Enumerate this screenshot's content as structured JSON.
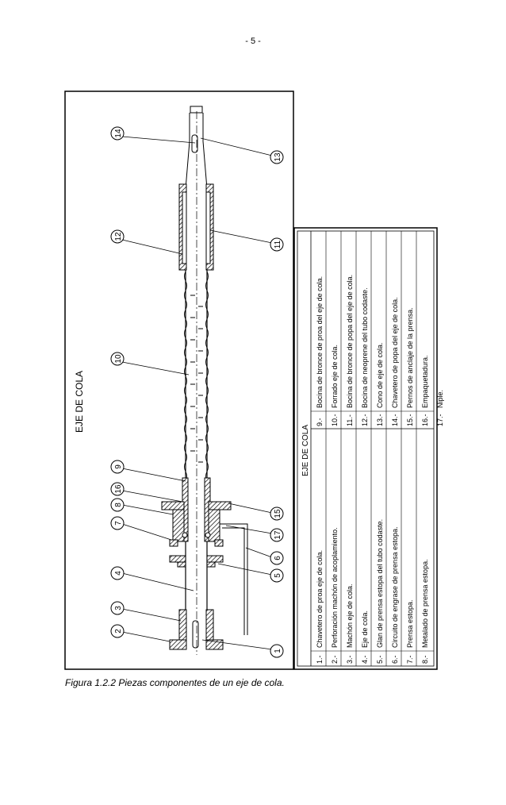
{
  "page_number": "- 5 -",
  "drawing_title": "EJE DE COLA",
  "table_title": "EJE DE COLA",
  "callouts": [
    "1",
    "2",
    "3",
    "4",
    "5",
    "6",
    "7",
    "8",
    "9",
    "10",
    "11",
    "12",
    "13",
    "14",
    "15",
    "16",
    "17"
  ],
  "parts_left": [
    {
      "num": "1.-",
      "desc": "Chavetero de proa eje de cola."
    },
    {
      "num": "2.-",
      "desc": "Perforación machón de acoplamiento."
    },
    {
      "num": "3.-",
      "desc": "Machón eje de cola."
    },
    {
      "num": "4.-",
      "desc": "Eje de cola."
    },
    {
      "num": "5.-",
      "desc": "Glan de prensa estopa del tubo codaste."
    },
    {
      "num": "6.-",
      "desc": "Circuito de engrase de prensa estopa."
    },
    {
      "num": "7.-",
      "desc": "Prensa estopa."
    },
    {
      "num": "8.-",
      "desc": "Metalado de prensa estopa."
    }
  ],
  "parts_right": [
    {
      "num": "9.-",
      "desc": "Bocina de bronce de proa del eje de cola."
    },
    {
      "num": "10.-",
      "desc": "Forrado eje de cola."
    },
    {
      "num": "11.-",
      "desc": "Bocina de bronce de popa del eje de cola."
    },
    {
      "num": "12.-",
      "desc": "Bocina de neoprene del tubo codaste."
    },
    {
      "num": "13.-",
      "desc": "Cono de eje de cola."
    },
    {
      "num": "14.-",
      "desc": "Chavetero de popa del eje de cola."
    },
    {
      "num": "15.-",
      "desc": "Pernos de anclaje de la prensa."
    },
    {
      "num": "16.-",
      "desc": "Empaquetadura."
    },
    {
      "num": "17.-",
      "desc": "Niple."
    }
  ],
  "caption": "Figura 1.2.2 Piezas componentes de un eje de cola."
}
